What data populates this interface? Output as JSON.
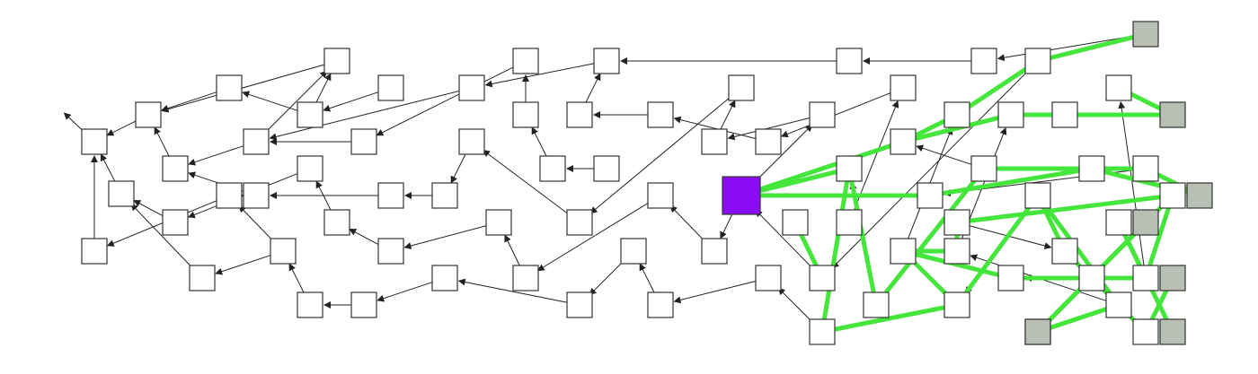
{
  "colors": {
    "node_fill": "#ffffff",
    "node_stroke": "#333333",
    "edge": "#222222",
    "highlight_edge": "#45e63c",
    "target_node": "#8a0cf5",
    "source_node": "#b8bfb5"
  },
  "nodes": [
    {
      "id": "n1",
      "role": "node"
    },
    {
      "id": "n2",
      "role": "node"
    },
    {
      "id": "n3",
      "role": "node"
    },
    {
      "id": "n4",
      "role": "node"
    },
    {
      "id": "n5",
      "role": "node"
    },
    {
      "id": "n6",
      "role": "node"
    },
    {
      "id": "n7",
      "role": "node"
    },
    {
      "id": "n8",
      "role": "node"
    },
    {
      "id": "n9",
      "role": "node"
    },
    {
      "id": "n10",
      "role": "node"
    },
    {
      "id": "n11",
      "role": "node"
    },
    {
      "id": "n12",
      "role": "node"
    },
    {
      "id": "n13",
      "role": "node"
    },
    {
      "id": "n14",
      "role": "node"
    },
    {
      "id": "n15",
      "role": "node"
    },
    {
      "id": "n16",
      "role": "node"
    },
    {
      "id": "n17",
      "role": "node"
    },
    {
      "id": "n18",
      "role": "node"
    },
    {
      "id": "n19",
      "role": "node"
    },
    {
      "id": "n20",
      "role": "node"
    },
    {
      "id": "n21",
      "role": "node"
    },
    {
      "id": "n22",
      "role": "node"
    },
    {
      "id": "n23",
      "role": "node"
    },
    {
      "id": "n24",
      "role": "node"
    },
    {
      "id": "n25",
      "role": "node"
    },
    {
      "id": "n26",
      "role": "node"
    },
    {
      "id": "n27",
      "role": "node"
    },
    {
      "id": "n28",
      "role": "node"
    },
    {
      "id": "n29",
      "role": "node"
    },
    {
      "id": "n30",
      "role": "node"
    },
    {
      "id": "n31",
      "role": "node"
    },
    {
      "id": "n32",
      "role": "node"
    },
    {
      "id": "n33",
      "role": "node"
    },
    {
      "id": "n34",
      "role": "node"
    },
    {
      "id": "n35",
      "role": "node"
    },
    {
      "id": "n36",
      "role": "node"
    },
    {
      "id": "n37",
      "role": "node"
    },
    {
      "id": "n38",
      "role": "node"
    },
    {
      "id": "n39",
      "role": "node"
    },
    {
      "id": "n40",
      "role": "node"
    },
    {
      "id": "n41",
      "role": "node"
    },
    {
      "id": "n42",
      "role": "node"
    },
    {
      "id": "n43",
      "role": "node"
    },
    {
      "id": "n44",
      "role": "node"
    },
    {
      "id": "n45",
      "role": "node"
    },
    {
      "id": "n46",
      "role": "node"
    },
    {
      "id": "n47",
      "role": "node"
    },
    {
      "id": "n48",
      "role": "node"
    },
    {
      "id": "target",
      "role": "target"
    },
    {
      "id": "n49",
      "role": "node"
    },
    {
      "id": "n50",
      "role": "node"
    },
    {
      "id": "n51",
      "role": "node"
    },
    {
      "id": "n52",
      "role": "node"
    },
    {
      "id": "n53",
      "role": "node"
    },
    {
      "id": "n54",
      "role": "node"
    },
    {
      "id": "n55",
      "role": "node"
    },
    {
      "id": "n56",
      "role": "node"
    },
    {
      "id": "n57",
      "role": "node"
    },
    {
      "id": "n58",
      "role": "node"
    },
    {
      "id": "n59",
      "role": "node"
    },
    {
      "id": "n60",
      "role": "node"
    },
    {
      "id": "n61",
      "role": "node"
    },
    {
      "id": "n62",
      "role": "node"
    },
    {
      "id": "n63",
      "role": "node"
    },
    {
      "id": "n64",
      "role": "node"
    },
    {
      "id": "n65",
      "role": "node"
    },
    {
      "id": "n66",
      "role": "node"
    },
    {
      "id": "n67",
      "role": "node"
    },
    {
      "id": "n68",
      "role": "node"
    },
    {
      "id": "n69",
      "role": "node"
    },
    {
      "id": "n70",
      "role": "node"
    },
    {
      "id": "n71",
      "role": "node"
    },
    {
      "id": "n72",
      "role": "node"
    },
    {
      "id": "n73",
      "role": "node"
    },
    {
      "id": "n74",
      "role": "node"
    },
    {
      "id": "n75",
      "role": "node"
    },
    {
      "id": "n76",
      "role": "node"
    },
    {
      "id": "n77",
      "role": "node"
    },
    {
      "id": "n78",
      "role": "node"
    },
    {
      "id": "n79",
      "role": "node"
    },
    {
      "id": "s1",
      "role": "source"
    },
    {
      "id": "s2",
      "role": "source"
    },
    {
      "id": "s3",
      "role": "source"
    },
    {
      "id": "s4",
      "role": "source"
    },
    {
      "id": "s5",
      "role": "source"
    },
    {
      "id": "s6",
      "role": "source"
    },
    {
      "id": "s7",
      "role": "source"
    }
  ],
  "edges": [
    [
      "n2",
      "n1"
    ],
    [
      "n3",
      "n1"
    ],
    [
      "n4",
      "n1"
    ],
    [
      "n5",
      "n2"
    ],
    [
      "n6",
      "n2"
    ],
    [
      "n7",
      "n3"
    ],
    [
      "n8",
      "n3"
    ],
    [
      "n9",
      "n4"
    ],
    [
      "n10",
      "n2"
    ],
    [
      "n11",
      "n5"
    ],
    [
      "n11",
      "n10"
    ],
    [
      "n12",
      "n6"
    ],
    [
      "n12",
      "n10"
    ],
    [
      "n13",
      "n7"
    ],
    [
      "n14",
      "n9"
    ],
    [
      "n14",
      "n6"
    ],
    [
      "n15",
      "n8"
    ],
    [
      "n15",
      "n9"
    ],
    [
      "n16",
      "n11"
    ],
    [
      "n17",
      "n12"
    ],
    [
      "n18",
      "n13"
    ],
    [
      "n19",
      "n14"
    ],
    [
      "n20",
      "n15"
    ],
    [
      "n21",
      "n12"
    ],
    [
      "n22",
      "n17"
    ],
    [
      "n23",
      "n18"
    ],
    [
      "n24",
      "n19"
    ],
    [
      "n25",
      "n20"
    ],
    [
      "n26",
      "n21"
    ],
    [
      "n27",
      "n22"
    ],
    [
      "n28",
      "n24"
    ],
    [
      "n29",
      "n23"
    ],
    [
      "n30",
      "n25"
    ],
    [
      "n31",
      "n26"
    ],
    [
      "n32",
      "n26"
    ],
    [
      "n33",
      "n27"
    ],
    [
      "n34",
      "n28"
    ],
    [
      "n35",
      "n29"
    ],
    [
      "n36",
      "n30"
    ],
    [
      "n37",
      "n31"
    ],
    [
      "n38",
      "n32"
    ],
    [
      "n39",
      "n33"
    ],
    [
      "n40",
      "n34"
    ],
    [
      "n41",
      "n35"
    ],
    [
      "n42",
      "n36"
    ],
    [
      "n43",
      "n40"
    ],
    [
      "n44",
      "n38"
    ],
    [
      "n45",
      "n41"
    ],
    [
      "n46",
      "n42"
    ],
    [
      "n47",
      "n43"
    ],
    [
      "n48",
      "n44"
    ],
    [
      "target",
      "n45"
    ],
    [
      "target",
      "n47"
    ],
    [
      "n50",
      "n48"
    ],
    [
      "n51",
      "n46"
    ],
    [
      "n53",
      "target"
    ],
    [
      "n55",
      "n51"
    ],
    [
      "n57",
      "n52"
    ],
    [
      "n60",
      "n54"
    ],
    [
      "n62",
      "n56"
    ],
    [
      "n63",
      "n58"
    ],
    [
      "n64",
      "n53"
    ],
    [
      "n67",
      "n61"
    ],
    [
      "n70",
      "n59"
    ],
    [
      "n72",
      "n63"
    ],
    [
      "n74",
      "n65"
    ],
    [
      "n76",
      "n69"
    ],
    [
      "n78",
      "n71"
    ],
    [
      "s1",
      "n37"
    ],
    [
      "n1",
      "n0a"
    ]
  ],
  "highlighted_path": [
    [
      "s1",
      "n64"
    ],
    [
      "s2",
      "n69"
    ],
    [
      "s2",
      "n66"
    ],
    [
      "s3",
      "n70"
    ],
    [
      "s3",
      "n68"
    ],
    [
      "s4",
      "n73"
    ],
    [
      "s5",
      "n75"
    ],
    [
      "s6",
      "n77"
    ],
    [
      "s7",
      "n79"
    ],
    [
      "n64",
      "n56"
    ],
    [
      "n66",
      "n58"
    ],
    [
      "n68",
      "n59"
    ],
    [
      "n70",
      "n60"
    ],
    [
      "n56",
      "n54"
    ],
    [
      "n58",
      "n54"
    ],
    [
      "n59",
      "target"
    ],
    [
      "n54",
      "target"
    ],
    [
      "n49",
      "n53"
    ],
    [
      "n52",
      "target"
    ],
    [
      "n55",
      "n52"
    ],
    [
      "n57",
      "n52"
    ],
    [
      "n60",
      "n57"
    ],
    [
      "n61",
      "n55"
    ],
    [
      "n62",
      "n61"
    ],
    [
      "n63",
      "n62"
    ],
    [
      "n65",
      "n62"
    ],
    [
      "n67",
      "n61"
    ],
    [
      "n71",
      "n67"
    ],
    [
      "n72",
      "n67"
    ],
    [
      "n73",
      "n72"
    ],
    [
      "n74",
      "n71"
    ],
    [
      "n75",
      "n74"
    ],
    [
      "n76",
      "n65"
    ],
    [
      "n77",
      "n76"
    ],
    [
      "n78",
      "n63"
    ],
    [
      "n79",
      "n78"
    ],
    [
      "n79",
      "n76"
    ]
  ]
}
